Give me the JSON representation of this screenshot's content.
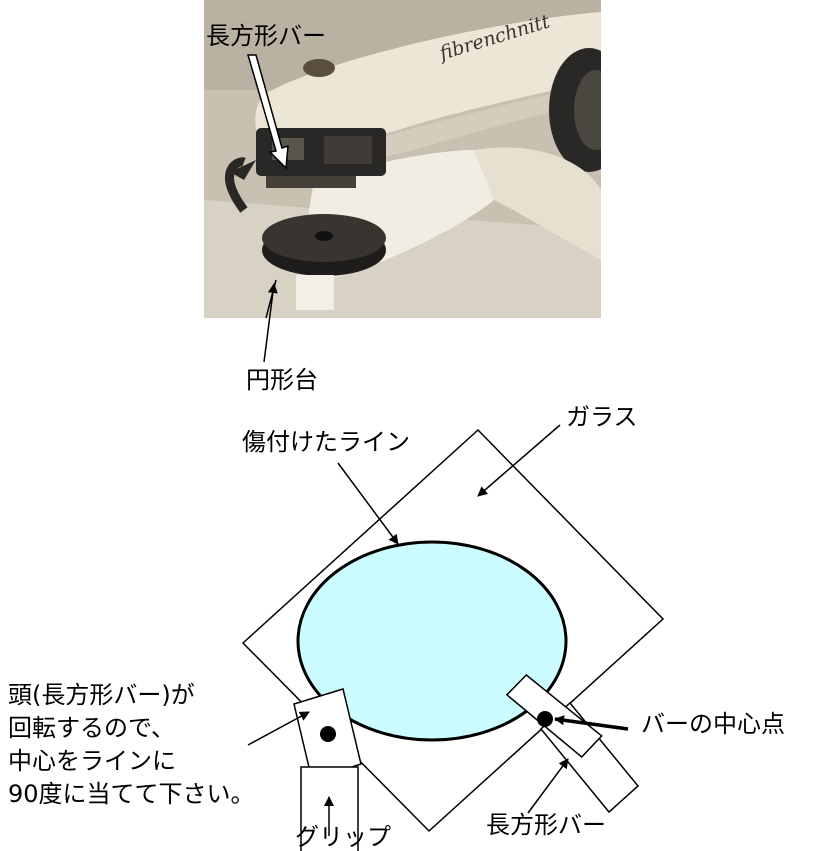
{
  "photo": {
    "brand_text": "fibrenchnitt",
    "label_top": "長方形バー",
    "label_bottom": "円形台"
  },
  "diagram": {
    "glass_label": "ガラス",
    "scored_line_label": "傷付けたライン",
    "bar_center_label": "バーの中心点",
    "right_bar_label": "長方形バー",
    "grip_label": "グリップ",
    "note_lines": [
      "頭(長方形バー)が",
      "回転するので、",
      "中心をラインに",
      "90度に当てて下さい。"
    ]
  },
  "colors": {
    "ellipse_fill": "#cbfcff",
    "stroke": "#000000",
    "photo_bg": "#c8c1b1",
    "tool_body": "#ebe6d6",
    "dark_part": "#2a2826"
  }
}
